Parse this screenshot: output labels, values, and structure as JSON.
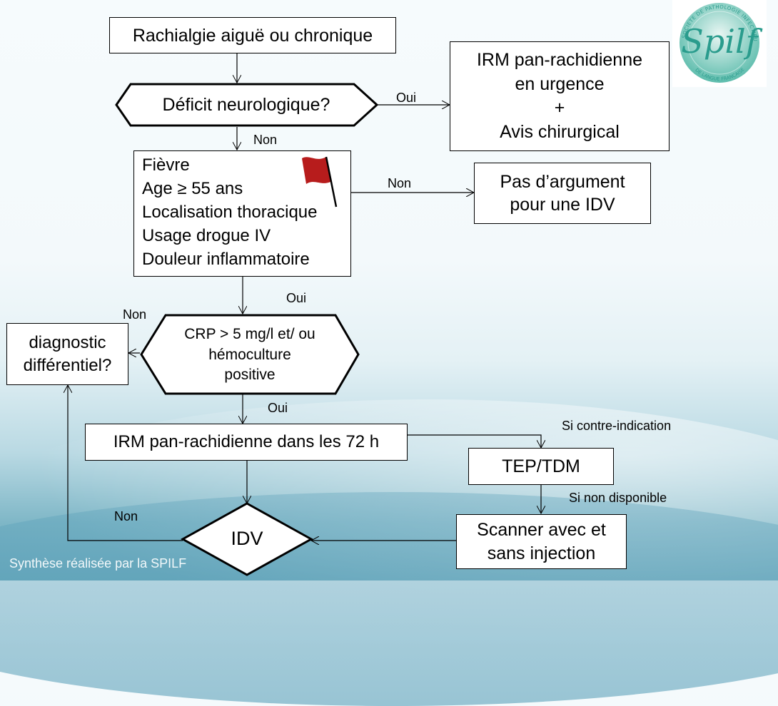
{
  "title_box": "Rachialgie aiguë ou chronique",
  "decision_neuro": "Déficit neurologique?",
  "urgent_box": {
    "line1": "IRM pan-rachidienne",
    "line2": "en urgence",
    "line3": "+",
    "line4": "Avis chirurgical"
  },
  "risk_factors": [
    "Fièvre",
    "Age ≥ 55 ans",
    "Localisation thoracique",
    "Usage drogue IV",
    "Douleur inflammatoire"
  ],
  "no_argument_box": {
    "line1": "Pas d’argument",
    "line2": "pour une IDV"
  },
  "decision_crp": {
    "line1": "CRP > 5 mg/l et/ ou",
    "line2": "hémoculture",
    "line3": "positive"
  },
  "differential_box": {
    "line1": "diagnostic",
    "line2": "différentiel?"
  },
  "irm72_box": "IRM pan-rachidienne dans les 72 h",
  "tep_box": "TEP/TDM",
  "scanner_box": {
    "line1": "Scanner  avec et",
    "line2": "sans injection"
  },
  "decision_idv": "IDV",
  "edge_labels": {
    "neuro_yes": "Oui",
    "neuro_no": "Non",
    "risk_no": "Non",
    "risk_yes": "Oui",
    "crp_no": "Non",
    "crp_yes": "Oui",
    "contra": "Si contre-indication",
    "unavailable": "Si non disponible",
    "idv_no": "Non"
  },
  "logo": {
    "name": "Spilf",
    "ring_top": "SOCIETE DE PATHOLOGIE INFECTIEUSE",
    "ring_bottom": "DE LANGUE FRANCAISE",
    "color": "#3aa89a"
  },
  "flag_icon": {
    "color": "#b71c1c"
  },
  "footer": "Synthèse réalisée par la  SPILF"
}
